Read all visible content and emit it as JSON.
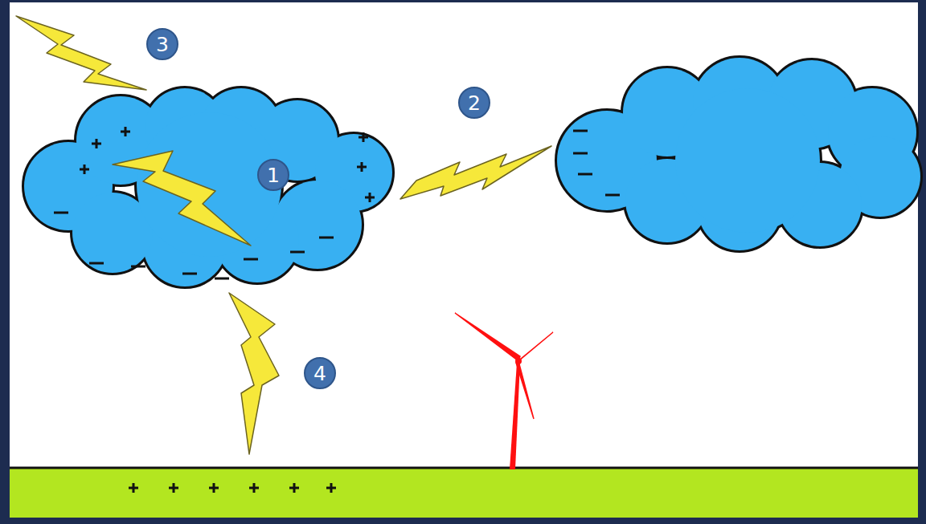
{
  "diagram": {
    "nodes": [
      {
        "text": [
          "3"
        ]
      },
      {
        "text": [
          "2"
        ]
      },
      {
        "text": [
          "1"
        ]
      },
      {
        "text": [
          "4"
        ]
      }
    ]
  }
}
